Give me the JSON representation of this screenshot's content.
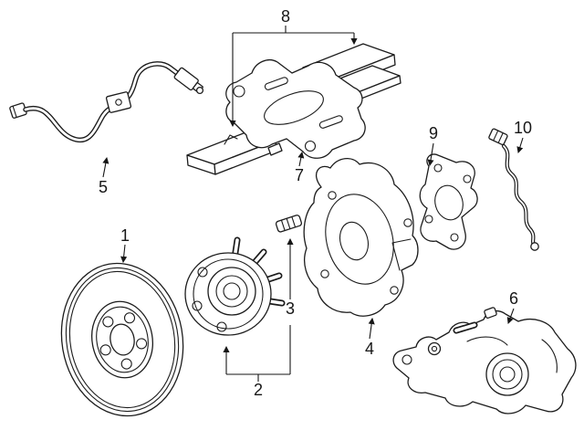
{
  "diagram": {
    "kind": "exploded-parts-diagram",
    "subject": "rear-disc-brake-assembly",
    "background_color": "#ffffff",
    "line_color": "#1c1c1c",
    "label_color": "#161616",
    "labels": [
      {
        "text": "1",
        "part": "brake-rotor"
      },
      {
        "text": "2",
        "part": "wheel-hub-bearing-assembly"
      },
      {
        "text": "3",
        "part": "hub-mounting-bolt"
      },
      {
        "text": "4",
        "part": "brake-splash-shield"
      },
      {
        "text": "5",
        "part": "flexible-brake-hose"
      },
      {
        "text": "6",
        "part": "brake-caliper"
      },
      {
        "text": "7",
        "part": "caliper-mounting-bracket"
      },
      {
        "text": "8",
        "part": "brake-pad-set"
      },
      {
        "text": "9",
        "part": "caliper-adapter-plate"
      },
      {
        "text": "10",
        "part": "brake-wear-sensor-wire"
      }
    ]
  }
}
